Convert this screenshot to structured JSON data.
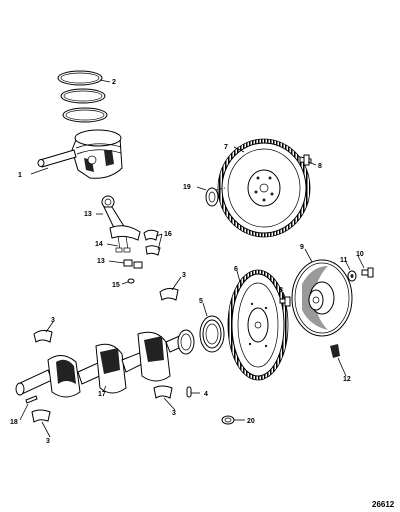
{
  "callouts": {
    "c1": "1",
    "c2": "2",
    "c3a": "3",
    "c3b": "3",
    "c3c": "3",
    "c3d": "3",
    "c4": "4",
    "c5": "5",
    "c6": "6",
    "c7": "7",
    "c8a": "8",
    "c8b": "8",
    "c9": "9",
    "c10": "10",
    "c11": "11",
    "c12": "12",
    "c13a": "13",
    "c13b": "13",
    "c14": "14",
    "c15": "15",
    "c16": "16",
    "c17": "17",
    "c18": "18",
    "c19": "19",
    "c20": "20"
  },
  "figure_id": "26612"
}
